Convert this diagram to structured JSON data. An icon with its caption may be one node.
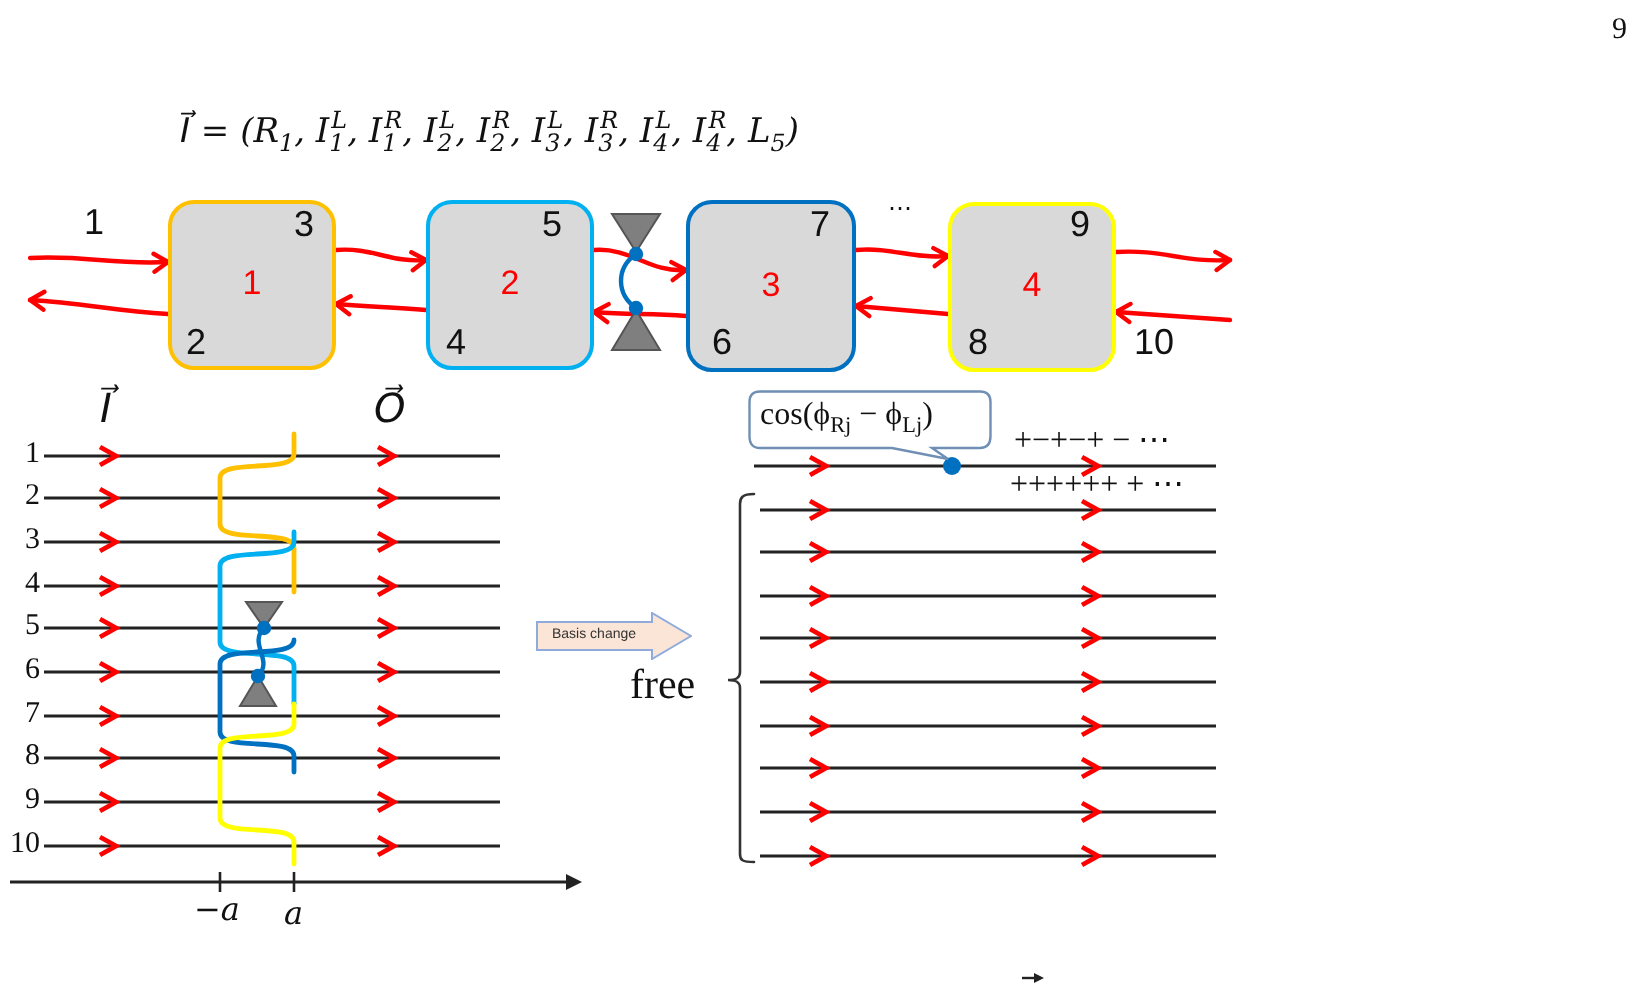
{
  "diagram": {
    "nodes": [
      {
        "text": [
          "1"
        ]
      },
      {
        "text": [
          "2"
        ]
      },
      {
        "text": [
          "3"
        ]
      },
      {
        "text": [
          "4"
        ]
      },
      {
        "text": [
          "cos(ϕ$_{Rj}$ − ϕ$_{Lj}$)"
        ]
      },
      {
        "text": [
          "Basis change"
        ]
      }
    ],
    "edges": [
      {
        "from": null,
        "to": 0,
        "arrow": "to"
      },
      {
        "from": 0,
        "to": 1,
        "arrow": "to"
      },
      {
        "from": 1,
        "to": 2,
        "arrow": "to"
      },
      {
        "from": 2,
        "to": 3,
        "arrow": "to"
      },
      {
        "from": 3,
        "to": null,
        "arrow": "to"
      },
      {
        "from": null,
        "to": 3,
        "arrow": "to"
      },
      {
        "from": 3,
        "to": 2,
        "arrow": "to"
      },
      {
        "from": 2,
        "to": 1,
        "arrow": "to"
      },
      {
        "from": 1,
        "to": 0,
        "arrow": "to"
      },
      {
        "from": 0,
        "to": null,
        "arrow": "to"
      }
    ],
    "labels": [
      "9",
      "I⃗ = (R$_{1}$, I$_{1}$$^{L}$, I$_{1}$$^{R}$, I$_{2}$$^{L}$, I$_{2}$$^{R}$, I$_{3}$$^{L}$, I$_{3}$$^{R}$, I$_{4}$$^{L}$, I$_{4}$$^{R}$, L$_{5}$)",
      "1",
      "3",
      "5",
      "7",
      "⋯",
      "9",
      "2",
      "4",
      "6",
      "8",
      "10",
      "I⃗",
      "O⃗",
      "1",
      "2",
      "3",
      "4",
      "5",
      "6",
      "7",
      "8",
      "9",
      "10",
      "−a",
      "a",
      "+−+−+ − ⋯",
      "++++++ + ⋯",
      "free"
    ]
  }
}
